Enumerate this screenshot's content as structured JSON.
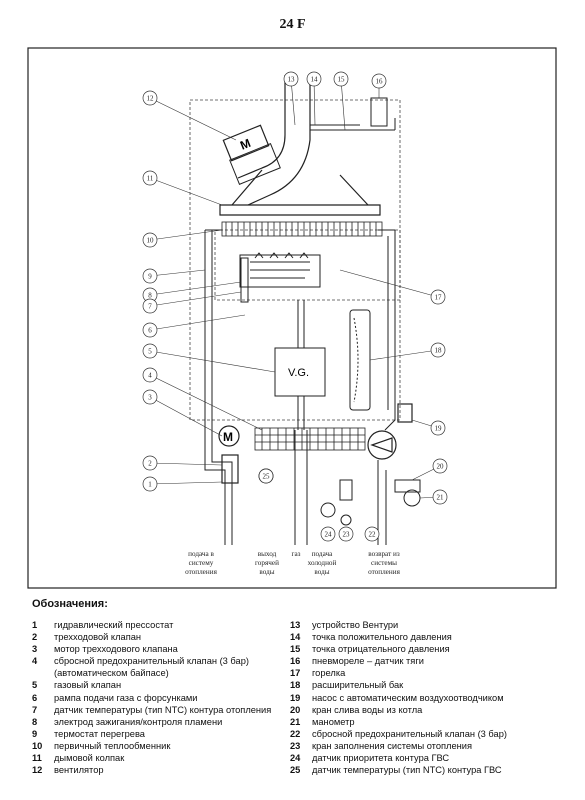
{
  "title": "24 F",
  "diagram": {
    "vg_label": "V.G.",
    "motor_label": "M",
    "callouts": [
      "1",
      "2",
      "3",
      "4",
      "5",
      "6",
      "7",
      "8",
      "9",
      "10",
      "11",
      "12",
      "13",
      "14",
      "15",
      "16",
      "17",
      "18",
      "19",
      "20",
      "21",
      "22",
      "23",
      "24",
      "25"
    ],
    "bottom_labels": [
      {
        "lines": [
          "подача в",
          "систему",
          "отопления"
        ]
      },
      {
        "lines": [
          "выход",
          "горячей",
          "воды"
        ]
      },
      {
        "lines": [
          "газ"
        ]
      },
      {
        "lines": [
          "подача",
          "холодной",
          "воды"
        ]
      },
      {
        "lines": [
          "возврат из",
          "системы",
          "отопления"
        ]
      }
    ]
  },
  "legend": {
    "heading": "Обозначения:",
    "left": [
      {
        "num": "1",
        "text": "гидравлический прессостат"
      },
      {
        "num": "2",
        "text": "трехходовой клапан"
      },
      {
        "num": "3",
        "text": "мотор трехходового клапана"
      },
      {
        "num": "4",
        "text": "сбросной предохранительный клапан (3 бар)"
      },
      {
        "num": "",
        "text": "(автоматическом байпасе)"
      },
      {
        "num": "5",
        "text": "газовый клапан"
      },
      {
        "num": "6",
        "text": "рампа подачи газа с форсунками"
      },
      {
        "num": "7",
        "text": "датчик температуры (тип NTC) контура отопления"
      },
      {
        "num": "8",
        "text": "электрод зажигания/контроля пламени"
      },
      {
        "num": "9",
        "text": "термостат перегрева"
      },
      {
        "num": "10",
        "text": "первичный теплообменник"
      },
      {
        "num": "11",
        "text": "дымовой колпак"
      },
      {
        "num": "12",
        "text": "вентилятор"
      }
    ],
    "right": [
      {
        "num": "13",
        "text": "устройство Вентури"
      },
      {
        "num": "14",
        "text": "точка положительного давления"
      },
      {
        "num": "15",
        "text": "точка отрицательного давления"
      },
      {
        "num": "16",
        "text": "пневмореле – датчик тяги"
      },
      {
        "num": "17",
        "text": "горелка"
      },
      {
        "num": "18",
        "text": "расширительный бак"
      },
      {
        "num": "19",
        "text": "насос с автоматическим воздухоотводчиком"
      },
      {
        "num": "20",
        "text": "кран слива воды из котла"
      },
      {
        "num": "21",
        "text": "манометр"
      },
      {
        "num": "22",
        "text": "сбросной предохранительный клапан (3 бар)"
      },
      {
        "num": "23",
        "text": "кран заполнения системы отопления"
      },
      {
        "num": "24",
        "text": "датчик приоритета контура ГВС"
      },
      {
        "num": "25",
        "text": "датчик температуры (тип NTC) контура ГВС"
      }
    ]
  }
}
